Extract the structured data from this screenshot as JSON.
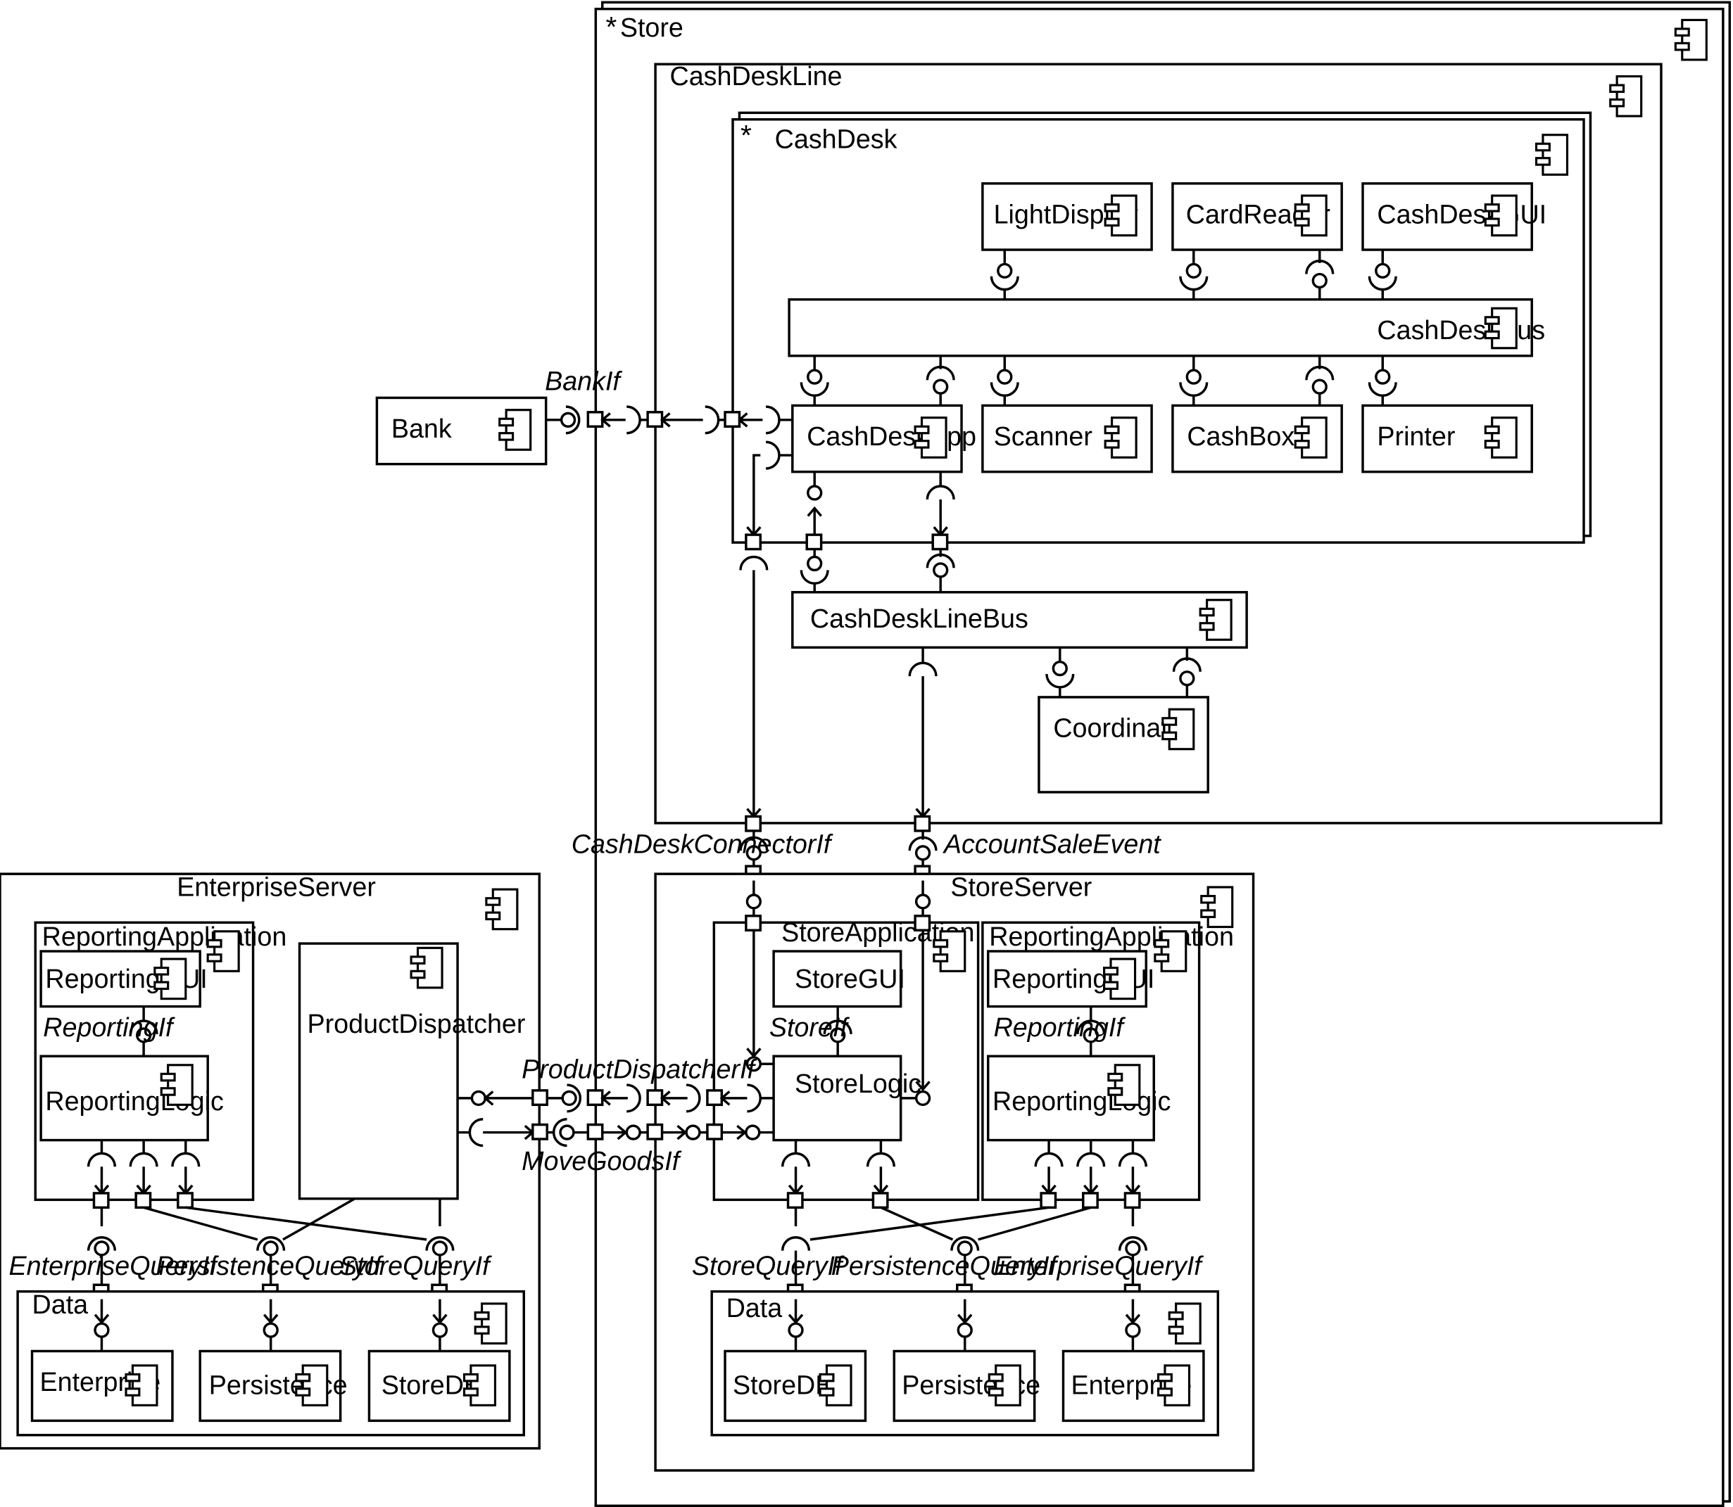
{
  "store": {
    "title": "Store",
    "multiplicity": "*"
  },
  "cashdeskline": {
    "title": "CashDeskLine"
  },
  "cashdesk": {
    "title": "CashDesk",
    "multiplicity": "*"
  },
  "devices": {
    "lightdisplay": "LightDisplay",
    "cardreader": "CardReader",
    "cashdeskgui": "CashDeskGUI",
    "cashdeskbus": "CashDeskBus",
    "cashdeskapp": "CashDeskApp",
    "scanner": "Scanner",
    "cashbox": "CashBox",
    "printer": "Printer"
  },
  "cashdesklinebus": "CashDeskLineBus",
  "coordinator": "Coordinator",
  "bank": "Bank",
  "interfaces": {
    "bankif": "BankIf",
    "cashdeskconnectorif": "CashDeskConnectorIf",
    "accountsaleevent": "AccountSaleEvent",
    "productdispatcherif": "ProductDispatcherIf",
    "movegoodsif": "MoveGoodsIf",
    "storeif": "StoreIf",
    "reportingif_ent": "ReportingIf",
    "reportingif_store": "ReportingIf",
    "enterprisequeryif_ent": "EnterpriseQueryIf",
    "persistencequeryif_ent": "PersistenceQueryIf",
    "storequeryif_ent": "StoreQueryIf",
    "storequeryif_store": "StoreQueryIf",
    "persistencequeryif_store": "PersistenceQueryIf",
    "enterprisequeryif_store": "EnterpriseQueryIf"
  },
  "enterprise": {
    "title": "EnterpriseServer",
    "reportingapp": "ReportingApplication",
    "reportinggui": "ReportingGUI",
    "reportinglogic": "ReportingLogic",
    "productdispatcher": "ProductDispatcher",
    "data": "Data",
    "enterprise": "Enterprise",
    "persistence": "Persistence",
    "storedb": "StoreDB"
  },
  "storeserver": {
    "title": "StoreServer",
    "storeapp": "StoreApplication",
    "storegui": "StoreGUI",
    "storelogic": "StoreLogic",
    "reportingapp": "ReportingApplication",
    "reportinggui": "ReportingGUI",
    "reportinglogic": "ReportingLogic",
    "data": "Data",
    "storedb": "StoreDB",
    "persistence": "Persistence",
    "enterprise": "Enterprise"
  }
}
